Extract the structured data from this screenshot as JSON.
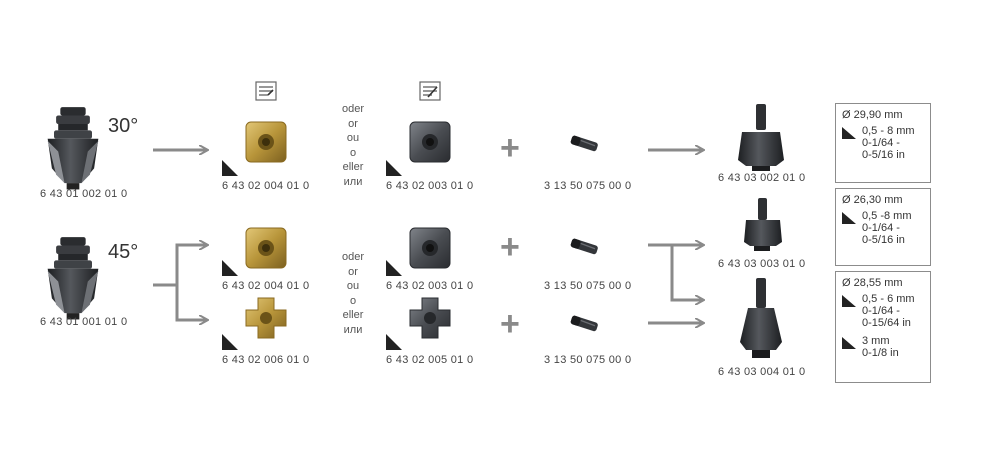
{
  "tools": [
    {
      "angle": "30°",
      "code": "6 43 01 002 01 0"
    },
    {
      "angle": "45°",
      "code": "6 43 01 001 01 0"
    }
  ],
  "inserts_gold": [
    {
      "code": "6 43 02 004 01 0"
    },
    {
      "code": "6 43 02 004 01 0"
    },
    {
      "code": "6 43 02 006 01 0"
    }
  ],
  "inserts_dark": [
    {
      "code": "6 43 02 003 01 0"
    },
    {
      "code": "6 43 02 003 01 0"
    },
    {
      "code": "6 43 02 005 01 0"
    }
  ],
  "alternatives": [
    "oder",
    "or",
    "ou",
    "o",
    "eller",
    "или"
  ],
  "screws": [
    {
      "code": "3 13 50 075 00 0"
    },
    {
      "code": "3 13 50 075 00 0"
    },
    {
      "code": "3 13 50 075 00 0"
    }
  ],
  "holders": [
    {
      "code": "6 43 03 002 01 0"
    },
    {
      "code": "6 43 03 003 01 0"
    },
    {
      "code": "6 43 03 004 01 0"
    }
  ],
  "specs": [
    {
      "diameter": "Ø 29,90 mm",
      "ranges": [
        {
          "lines": [
            "0,5 - 8 mm",
            "0-1/64 -",
            "0-5/16 in"
          ]
        }
      ]
    },
    {
      "diameter": "Ø 26,30 mm",
      "ranges": [
        {
          "lines": [
            "0,5 -8 mm",
            "0-1/64 -",
            "0-5/16 in"
          ]
        }
      ]
    },
    {
      "diameter": "Ø 28,55 mm",
      "ranges": [
        {
          "lines": [
            "0,5 - 6 mm",
            "0-1/64 -",
            "0-15/64 in"
          ]
        },
        {
          "lines": [
            "3 mm",
            "0-1/8 in"
          ]
        }
      ]
    }
  ],
  "colors": {
    "arrow": "#8a8a8a",
    "gold": "#b8953a",
    "dark": "#4a4d52",
    "steel": "#2e3033"
  },
  "icons": [
    "material-icon-gold",
    "material-icon-dark"
  ]
}
